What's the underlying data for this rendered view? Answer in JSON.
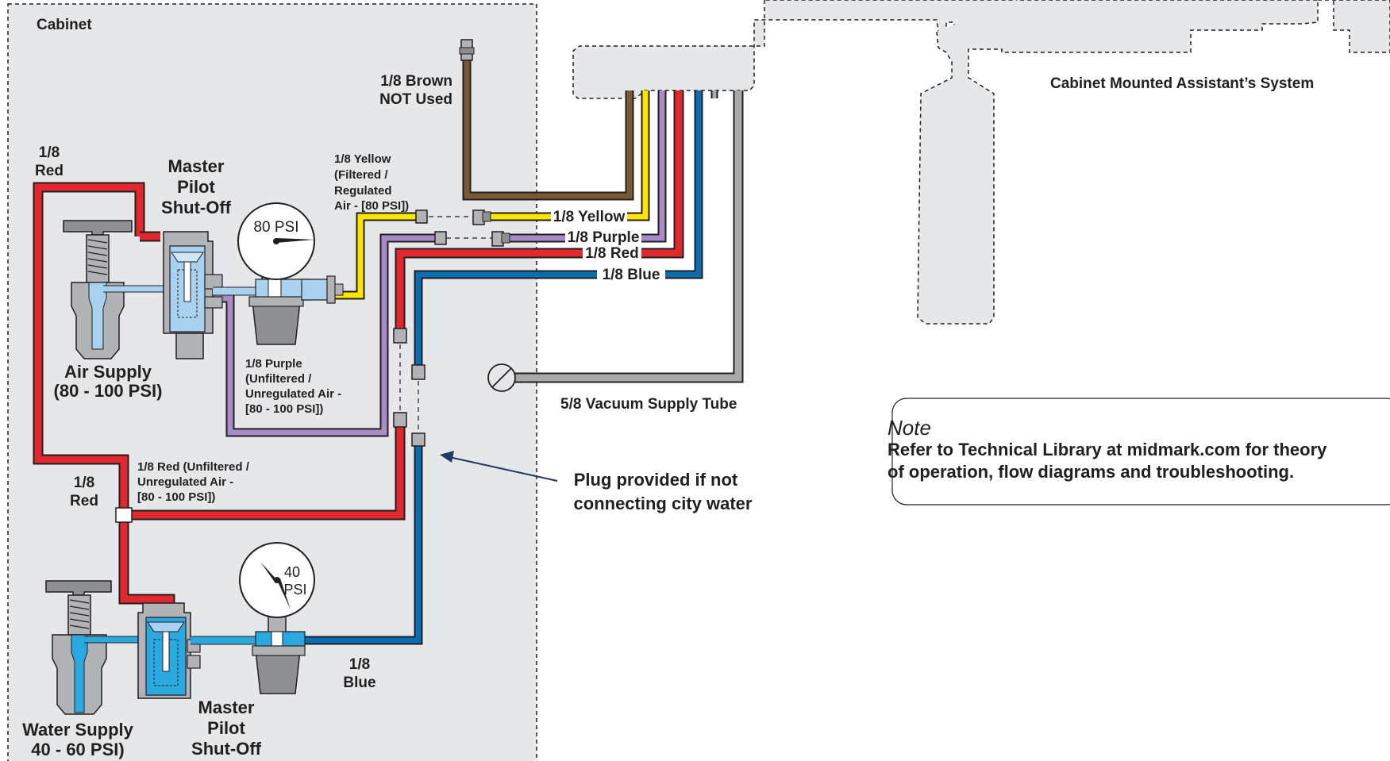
{
  "labels": {
    "cabinet": "Cabinet",
    "brown_line1": "1/8 Brown",
    "brown_line2": "NOT Used",
    "red_top_1": "1/8",
    "red_top_2": "Red",
    "master_top_1": "Master",
    "master_top_2": "Pilot",
    "master_top_3": "Shut-Off",
    "yellow_desc_1": "1/8 Yellow",
    "yellow_desc_2": "(Filtered /",
    "yellow_desc_3": "Regulated",
    "yellow_desc_4": "Air - [80 PSI])",
    "gauge_top": "80 PSI",
    "air_supply_1": "Air Supply",
    "air_supply_2": "(80 - 100 PSI)",
    "purple_desc_1": "1/8 Purple",
    "purple_desc_2": "(Unfiltered /",
    "purple_desc_3": "Unregulated Air -",
    "purple_desc_4": "[80 - 100 PSI])",
    "red_desc_1": "1/8 Red (Unfiltered /",
    "red_desc_2": "Unregulated Air -",
    "red_desc_3": "[80 - 100 PSI])",
    "red_mid_1": "1/8",
    "red_mid_2": "Red",
    "tube_yellow": "1/8 Yellow",
    "tube_purple": "1/8 Purple",
    "tube_red": "1/8 Red",
    "tube_blue": "1/8 Blue",
    "vacuum": "5/8 Vacuum Supply Tube",
    "plug_1": "Plug provided if not",
    "plug_2": "connecting city water",
    "gauge_bottom_1": "40",
    "gauge_bottom_2": "PSI",
    "blue_bottom_1": "1/8",
    "blue_bottom_2": "Blue",
    "water_supply_1": "Water Supply",
    "water_supply_2": "40 - 60 PSI)",
    "master_bot_1": "Master",
    "master_bot_2": "Pilot",
    "master_bot_3": "Shut-Off",
    "assistant_system": "Cabinet Mounted Assistant’s System"
  },
  "note": {
    "title": "Note",
    "line1": "Refer to Technical Library at midmark.com for theory",
    "line2": "of operation, flow diagrams and troubleshooting."
  },
  "colors": {
    "red": "#e0282e",
    "yellow": "#ffe600",
    "purple": "#a98bc8",
    "blue": "#0a6eb4",
    "brown": "#7a5a34",
    "gray_tube": "#a7a9ac",
    "cabinet_bg": "#e6e7e8",
    "light_blue": "#a8d2ef",
    "water_blue": "#2aa9e0",
    "body_gray": "#b1b3b6",
    "dark_outline": "#231f20"
  }
}
